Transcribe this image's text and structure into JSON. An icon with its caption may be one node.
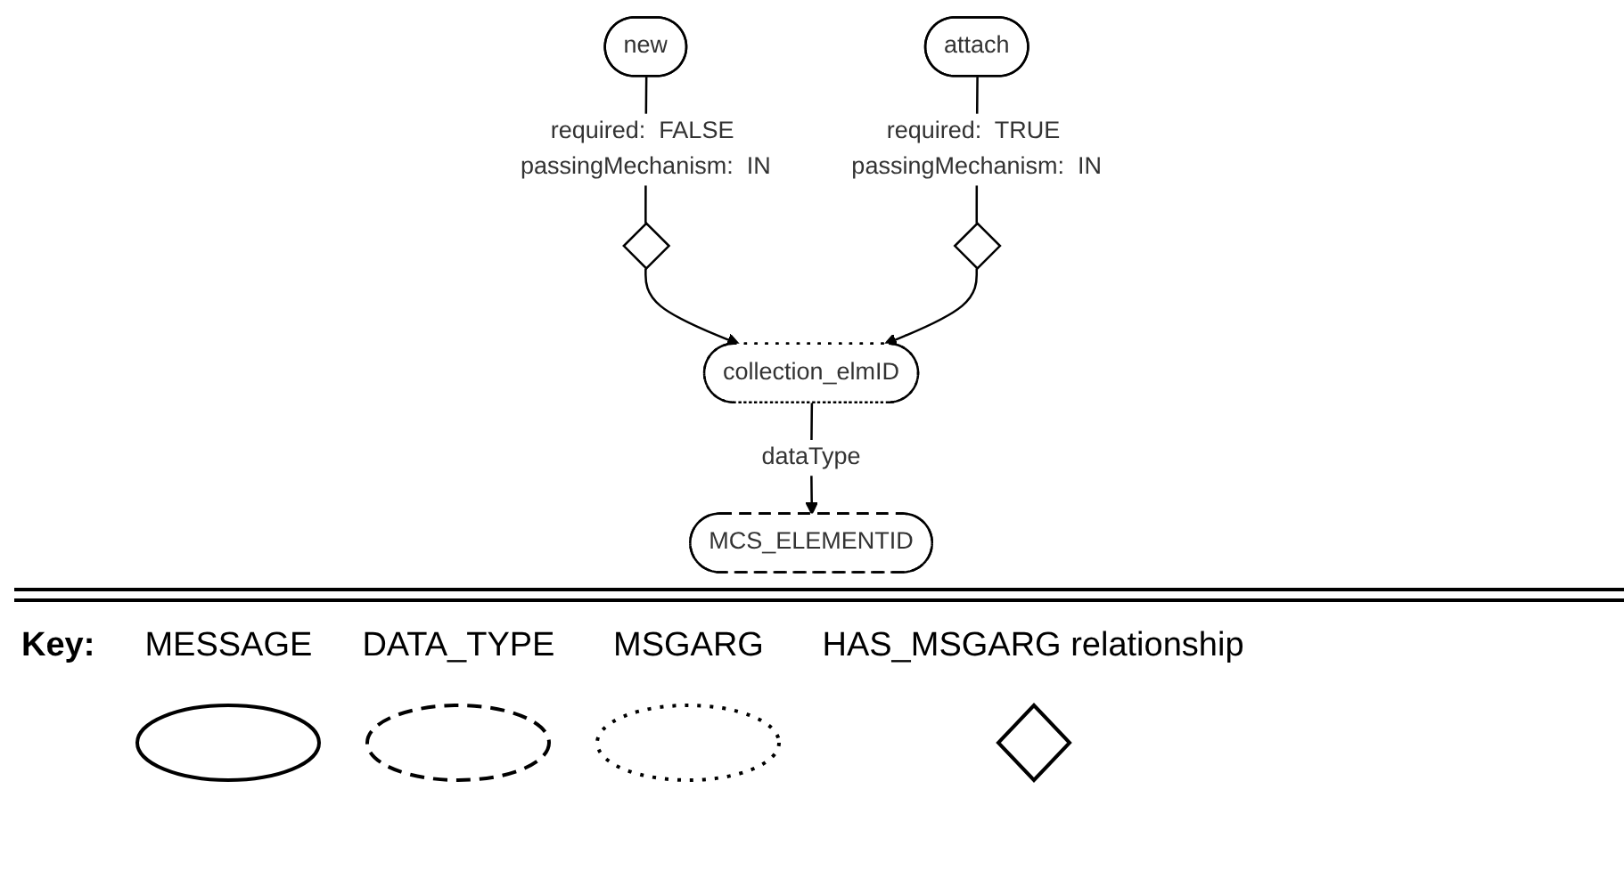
{
  "diagram": {
    "nodes": [
      {
        "text": [
          "new"
        ]
      },
      {
        "text": [
          "attach"
        ]
      },
      {
        "text": [],
        "shape": "diamond"
      },
      {
        "text": [],
        "shape": "diamond"
      },
      {
        "text": [
          "collection_elmID"
        ]
      },
      {
        "text": [
          "MCS_ELEMENTID"
        ]
      }
    ],
    "edges": [
      {
        "from": 0,
        "to": 2,
        "arrow": "none",
        "label": "required:  FALSE passingMechanism:  IN"
      },
      {
        "from": 1,
        "to": 3,
        "arrow": "none",
        "label": "required:  TRUE passingMechanism:  IN"
      },
      {
        "from": 2,
        "to": 4,
        "arrow": "to"
      },
      {
        "from": 3,
        "to": 4,
        "arrow": "to"
      },
      {
        "from": 4,
        "to": 5,
        "arrow": "to",
        "label": "dataType"
      }
    ],
    "labels": [
      "Key:"
    ],
    "legend": [
      {
        "text": "MESSAGE"
      },
      {
        "text": "DATA_TYPE"
      },
      {
        "text": "MSGARG"
      },
      {
        "text": "HAS_MSGARG relationship"
      }
    ]
  }
}
